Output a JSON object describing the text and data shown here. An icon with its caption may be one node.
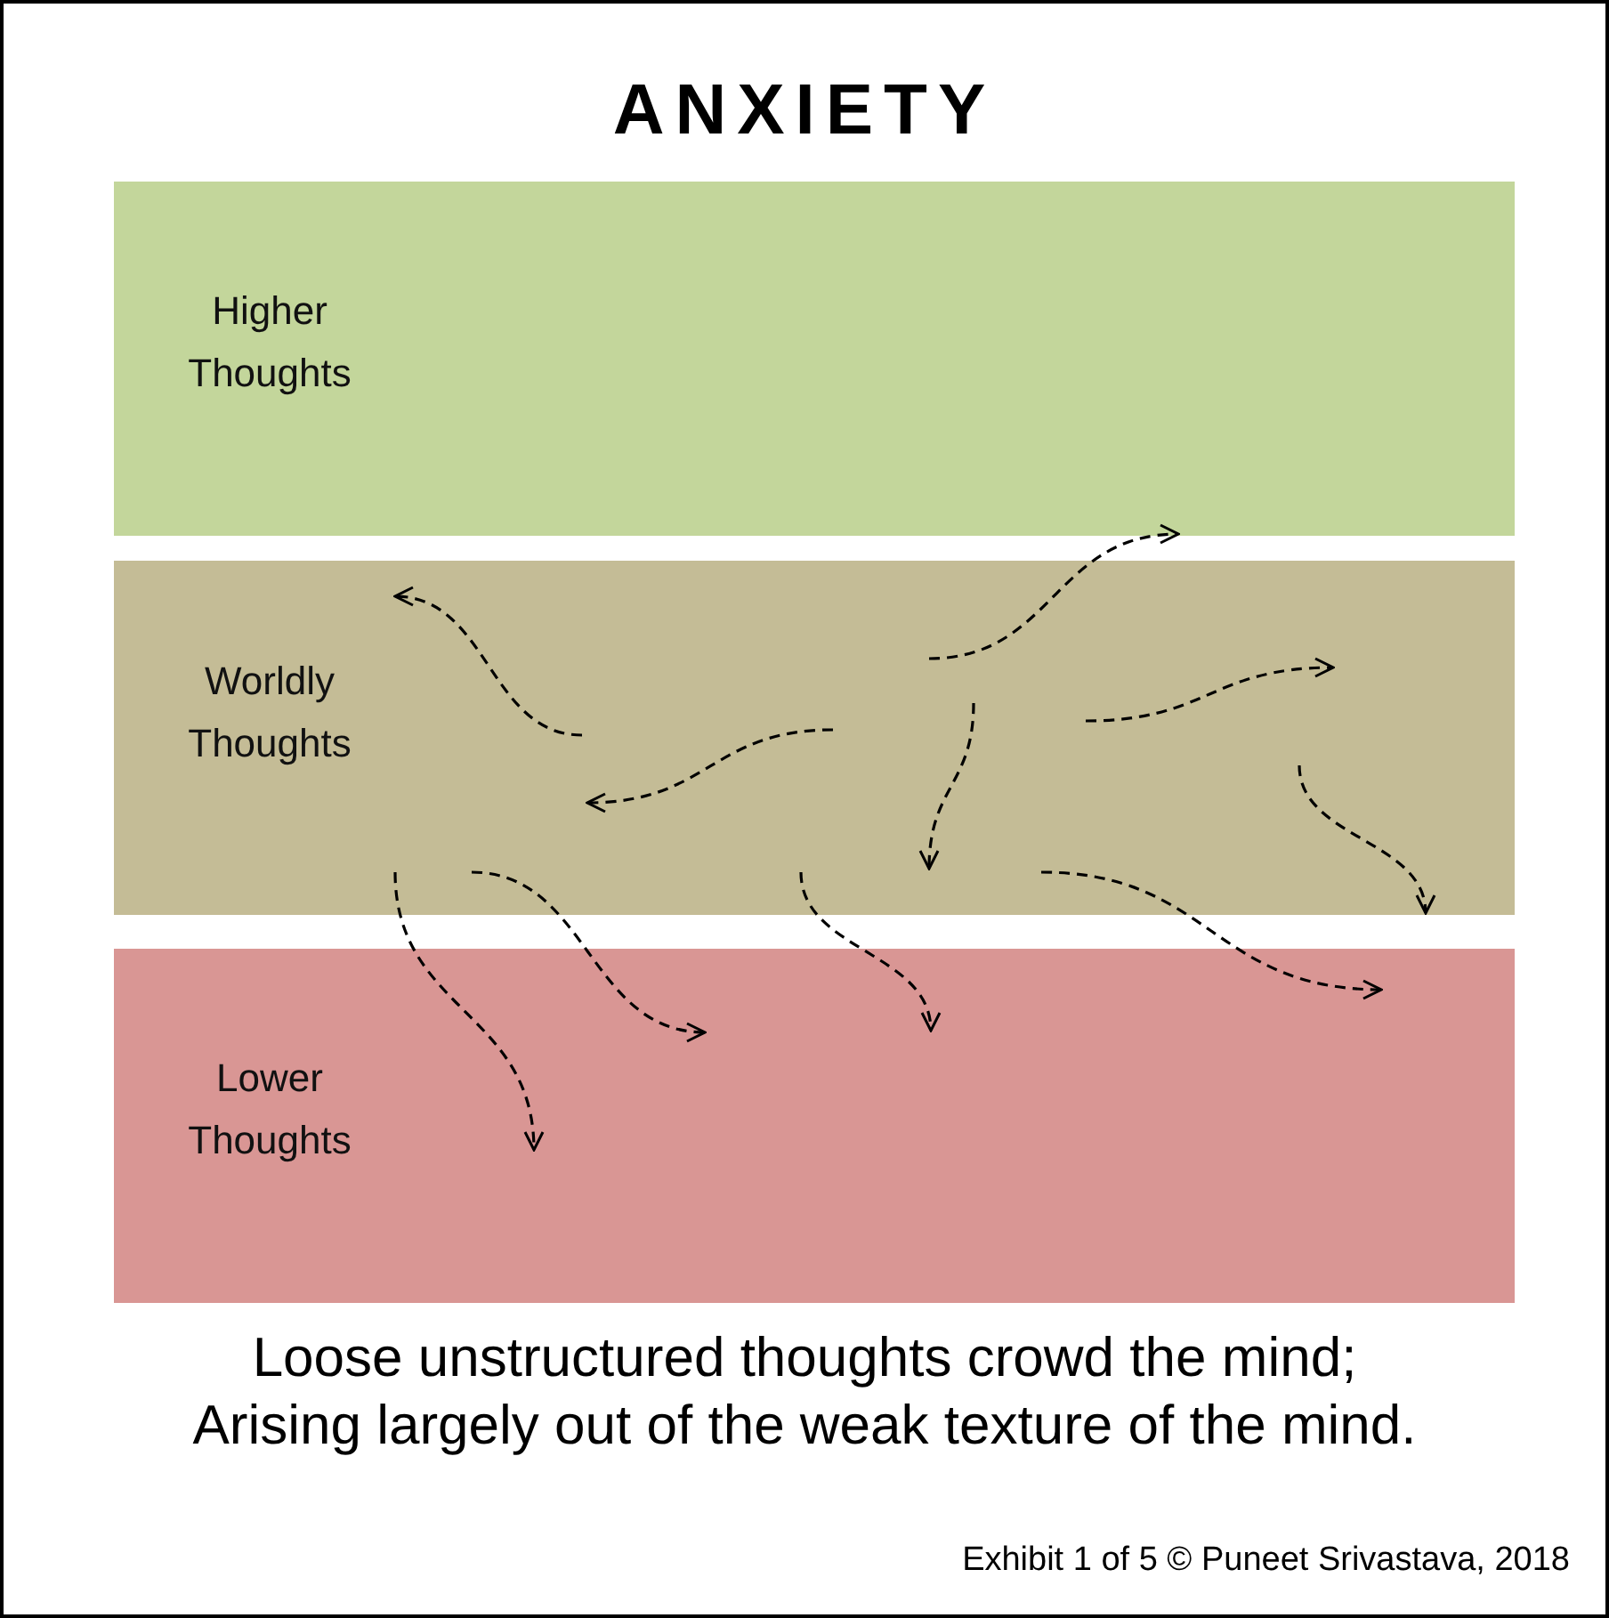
{
  "diagram": {
    "title": "ANXIETY",
    "caption": "Loose unstructured thoughts crowd the mind; Arising largely out of the weak texture of the mind.",
    "nodes": [
      {
        "text": [
          "Higher Thoughts"
        ]
      },
      {
        "text": [
          "Worldly Thoughts"
        ]
      },
      {
        "text": [
          "Lower Thoughts"
        ]
      }
    ],
    "edges": [
      {
        "from": 1,
        "to": 1,
        "arrow": "to",
        "style": "dashed"
      },
      {
        "from": 1,
        "to": 0,
        "arrow": "to",
        "style": "dashed"
      },
      {
        "from": 1,
        "to": 1,
        "arrow": "to",
        "style": "dashed"
      },
      {
        "from": 1,
        "to": 1,
        "arrow": "to",
        "style": "dashed"
      },
      {
        "from": 1,
        "to": 1,
        "arrow": "to",
        "style": "dashed"
      },
      {
        "from": 1,
        "to": 1,
        "arrow": "to",
        "style": "dashed"
      },
      {
        "from": 1,
        "to": 2,
        "arrow": "to",
        "style": "dashed"
      },
      {
        "from": 1,
        "to": 2,
        "arrow": "to",
        "style": "dashed"
      },
      {
        "from": 1,
        "to": 2,
        "arrow": "to",
        "style": "dashed"
      },
      {
        "from": 1,
        "to": 2,
        "arrow": "to",
        "style": "dashed"
      }
    ],
    "labels": [
      "Exhibit 1 of 5 © Puneet Srivastava, 2018"
    ]
  }
}
